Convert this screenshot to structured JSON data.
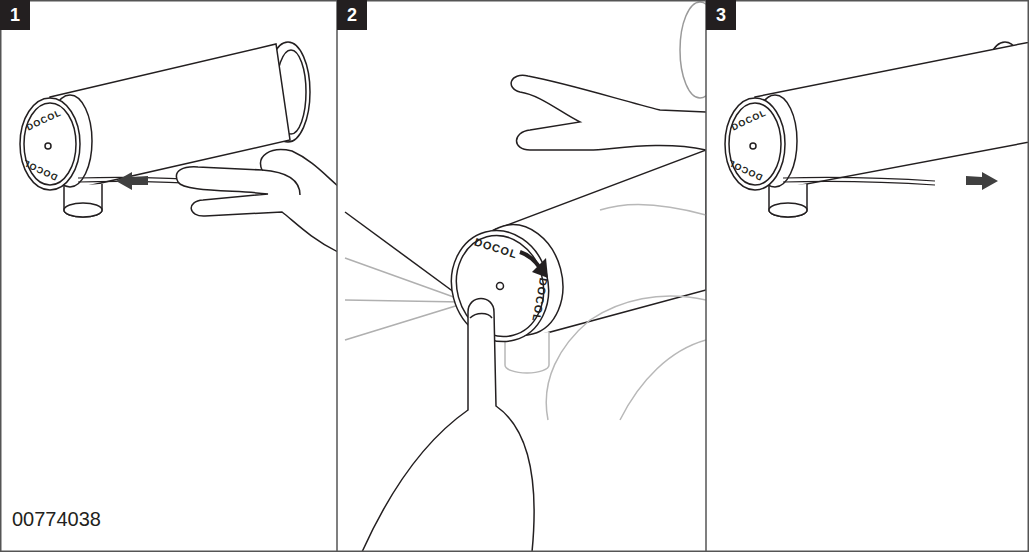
{
  "diagram": {
    "nodes": [
      {
        "text": [
          "1"
        ]
      },
      {
        "text": [
          "2"
        ]
      },
      {
        "text": [
          "3"
        ]
      }
    ],
    "labels": [
      "DOCOL",
      "DOCOL",
      "DOCOL",
      "DOCOL",
      "DOCOL",
      "DOCOL",
      "00774038"
    ]
  }
}
